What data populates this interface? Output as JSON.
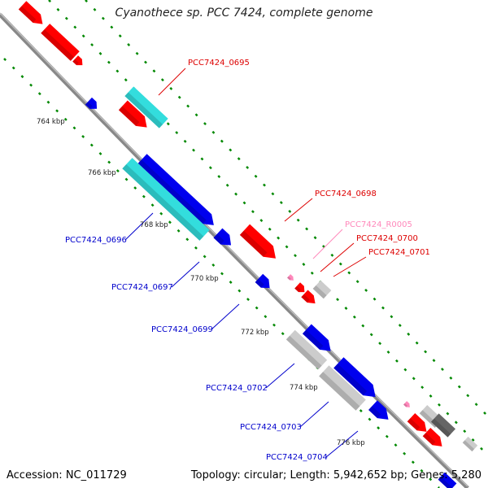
{
  "title": "Cyanothece sp. PCC 7424, complete genome",
  "accession": "Accession: NC_011729",
  "summary": "Topology: circular; Length: 5,942,652 bp; Genes: 5,280",
  "colors": {
    "forward": "#ff0000",
    "reverse": "#0000ee",
    "rrna_label": "#ff88bb",
    "cyan": "#33dddd",
    "grey": "#cccccc",
    "backbone": "#888888",
    "dots": "#008800"
  },
  "kbp_ticks": [
    "764 kbp",
    "766 kbp",
    "768 kbp",
    "770 kbp",
    "772 kbp",
    "774 kbp",
    "776 kbp"
  ],
  "gene_labels": [
    {
      "text": "PCC7424_0695",
      "color": "#dd0000"
    },
    {
      "text": "PCC7424_0698",
      "color": "#dd0000"
    },
    {
      "text": "PCC7424_R0005",
      "color": "#ff88bb"
    },
    {
      "text": "PCC7424_0700",
      "color": "#dd0000"
    },
    {
      "text": "PCC7424_0701",
      "color": "#dd0000"
    },
    {
      "text": "PCC7424_0696",
      "color": "#0000cc"
    },
    {
      "text": "PCC7424_0697",
      "color": "#0000cc"
    },
    {
      "text": "PCC7424_0699",
      "color": "#0000cc"
    },
    {
      "text": "PCC7424_0702",
      "color": "#0000cc"
    },
    {
      "text": "PCC7424_0703",
      "color": "#0000cc"
    },
    {
      "text": "PCC7424_0704",
      "color": "#0000cc"
    }
  ]
}
